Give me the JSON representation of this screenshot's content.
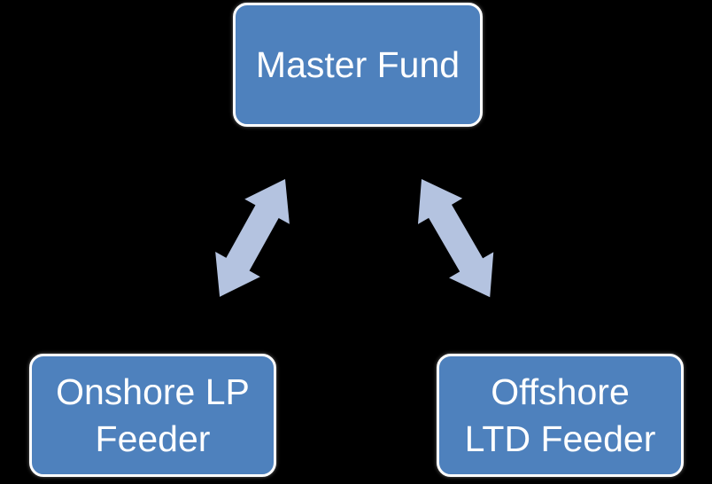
{
  "diagram": {
    "nodes": {
      "master": {
        "label": "Master Fund"
      },
      "onshore": {
        "lines": [
          "Onshore LP",
          "Feeder"
        ]
      },
      "offshore": {
        "lines": [
          "Offshore",
          "LTD Feeder"
        ]
      }
    },
    "edges": [
      {
        "from": "Master Fund",
        "to": "Onshore LP Feeder",
        "style": "double-headed-arrow"
      },
      {
        "from": "Master Fund",
        "to": "Offshore LTD Feeder",
        "style": "double-headed-arrow"
      }
    ],
    "colors": {
      "background": "#000000",
      "node_fill": "#4e81bd",
      "node_border": "#ffffff",
      "node_text": "#ffffff",
      "arrow_fill": "#b4c3e0"
    }
  }
}
